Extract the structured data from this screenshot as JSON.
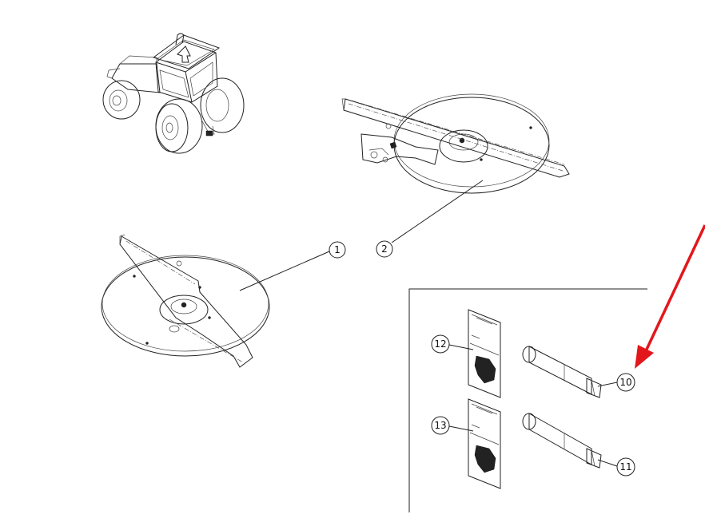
{
  "callouts": [
    {
      "id": "c1",
      "label": "1"
    },
    {
      "id": "c2",
      "label": "2"
    },
    {
      "id": "c10",
      "label": "10"
    },
    {
      "id": "c11",
      "label": "11"
    },
    {
      "id": "c12",
      "label": "12"
    },
    {
      "id": "c13",
      "label": "13"
    }
  ],
  "colors": {
    "line": "#222222",
    "background": "#ffffff",
    "arrow": "#e3161b"
  },
  "icons": [
    "tractor-icon",
    "forward-arrow-icon"
  ]
}
